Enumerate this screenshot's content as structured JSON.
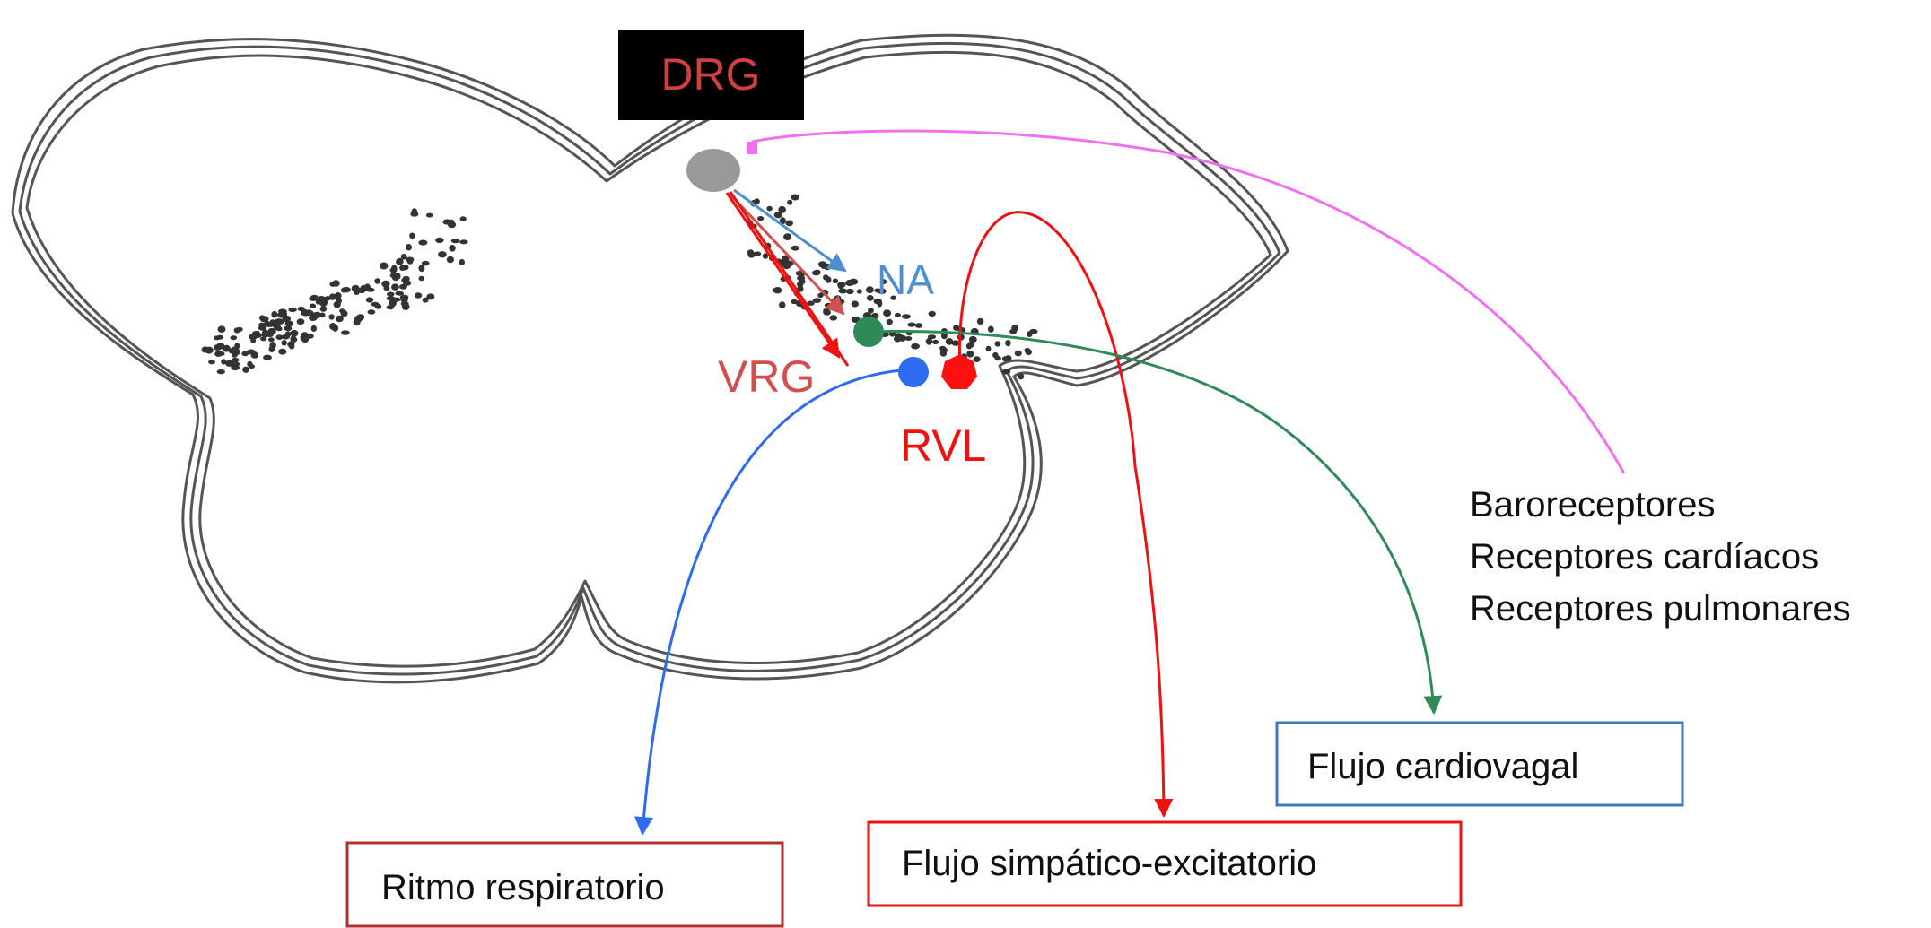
{
  "labels": {
    "drg": "DRG",
    "na": "NA",
    "vrg": "VRG",
    "rvl": "RVL"
  },
  "receptors": [
    "Baroreceptores",
    "Receptores cardíacos",
    "Receptores pulmonares"
  ],
  "outputs": {
    "respiratory": "Ritmo respiratorio",
    "sympathetic": "Flujo simpático-excitatorio",
    "cardiovagal": "Flujo cardiovagal"
  },
  "colors": {
    "outline": "#555555",
    "drg_node": "#999999",
    "drg_label_bg": "#000000",
    "drg_label_text": "#d04040",
    "na_node": "#2e8b57",
    "na_text": "#4f8fd0",
    "vrg_text": "#d05050",
    "vrg_node": "#2f6bf0",
    "rvl_node": "#ff1010",
    "rvl_text": "#ee1111",
    "receptor_line": "#f070f0",
    "respiratory_box": "#b03030",
    "sympathetic_box": "#ee1111",
    "cardiovagal_box": "#3a7ac0"
  }
}
